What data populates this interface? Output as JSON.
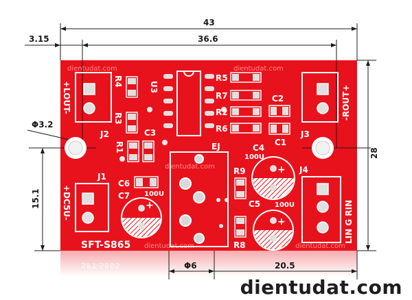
{
  "dimensions": {
    "total_width": "43",
    "inner_width": "36.6",
    "left_offset": "3.15",
    "hole_diameter": "Φ3.2",
    "height": "28",
    "left_height": "15.1",
    "jack_diameter": "Φ6",
    "right_offset": "20.5"
  },
  "silkscreen": {
    "lout": "+LOUT-",
    "rout": "-ROUT+",
    "dc5v": "+DC5U-",
    "lgr": "LIN G RIN",
    "model": "SFT-S865",
    "j1": "J1",
    "j2": "J2",
    "j3": "J3",
    "j4": "J4",
    "r1": "R1",
    "r3": "R3",
    "r4": "R4",
    "r5": "R5",
    "r6": "R6",
    "r7": "R7",
    "r8": "R8",
    "r9": "R9",
    "r2": "R2",
    "u3": "U3",
    "ej": "EJ",
    "c1": "C1",
    "c2": "C2",
    "c3": "C3",
    "c4": "C4",
    "c5": "C5",
    "c6": "C6",
    "c7": "C7",
    "c4_val": "100U",
    "c5_val": "100U",
    "c7_val": "100U",
    "plus": "+"
  },
  "watermark": "dientudat.com",
  "brand": "dientudat.com",
  "colors": {
    "board": "#e8121c",
    "silk": "#ffffff",
    "pad": "#e0e0e0",
    "dim": "#1a1a1a"
  }
}
